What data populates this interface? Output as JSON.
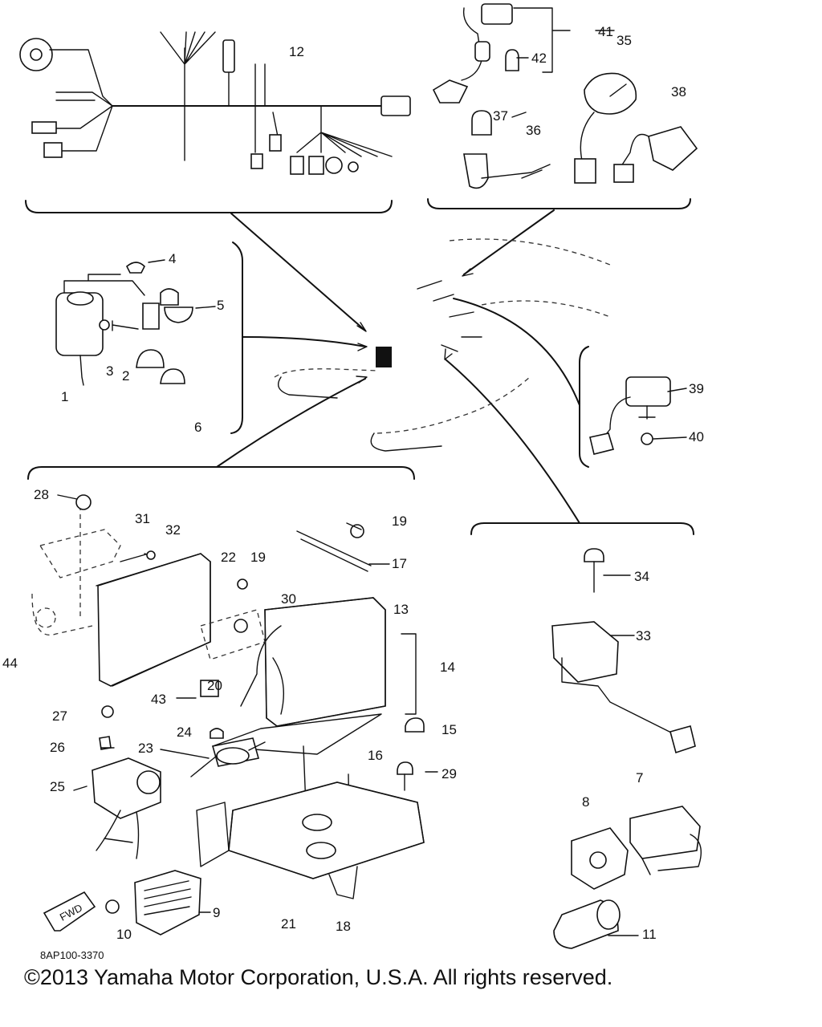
{
  "callouts": {
    "c1": "1",
    "c2": "2",
    "c3": "3",
    "c4": "4",
    "c5": "5",
    "c6": "6",
    "c7": "7",
    "c8": "8",
    "c9": "9",
    "c10": "10",
    "c11": "11",
    "c12": "12",
    "c13": "13",
    "c14": "14",
    "c15": "15",
    "c16": "16",
    "c17": "17",
    "c18": "18",
    "c19a": "19",
    "c19b": "19",
    "c20": "20",
    "c21": "21",
    "c22": "22",
    "c23": "23",
    "c24": "24",
    "c25": "25",
    "c26": "26",
    "c27": "27",
    "c28": "28",
    "c29": "29",
    "c30": "30",
    "c31": "31",
    "c32": "32",
    "c33": "33",
    "c34": "34",
    "c35": "35",
    "c36": "36",
    "c37": "37",
    "c38": "38",
    "c39": "39",
    "c40": "40",
    "c41": "41",
    "c42": "42",
    "c43": "43",
    "c44": "44"
  },
  "fwd_label": "FWD",
  "drawing_code": "8AP100-3370",
  "copyright": "©2013 Yamaha Motor Corporation, U.S.A. All rights reserved."
}
